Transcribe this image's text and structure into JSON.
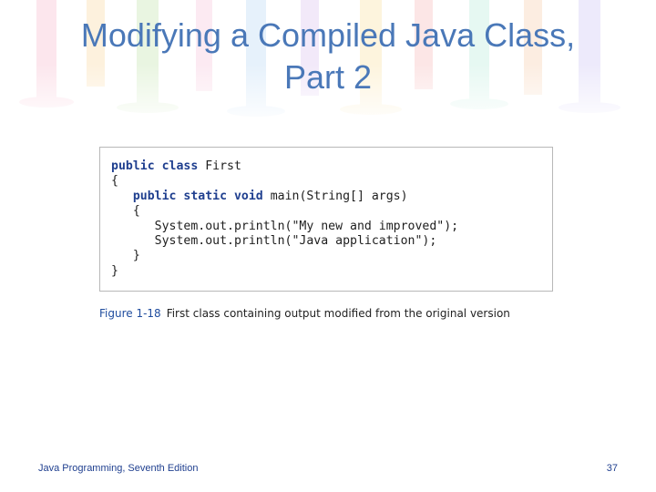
{
  "slide": {
    "title_line1": "Modifying a Compiled Java Class,",
    "title_line2": "Part 2"
  },
  "code": {
    "lines": [
      [
        {
          "t": "public class",
          "k": true
        },
        {
          "t": " First",
          "k": false
        }
      ],
      [
        {
          "t": "{",
          "k": false
        }
      ],
      [
        {
          "t": "   ",
          "k": false
        },
        {
          "t": "public static void",
          "k": true
        },
        {
          "t": " main(String[] args)",
          "k": false
        }
      ],
      [
        {
          "t": "   {",
          "k": false
        }
      ],
      [
        {
          "t": "      System.out.println(\"My new and improved\");",
          "k": false
        }
      ],
      [
        {
          "t": "      System.out.println(\"Java application\");",
          "k": false
        }
      ],
      [
        {
          "t": "   }",
          "k": false
        }
      ],
      [
        {
          "t": "}",
          "k": false
        }
      ]
    ]
  },
  "caption": {
    "figure_label": "Figure 1-18",
    "text": "First class containing output modified from the original version"
  },
  "footer": {
    "book": "Java Programming, Seventh Edition",
    "page_number": "37"
  },
  "colors": {
    "title": "#4a78b8",
    "keyword": "#1f3f8f",
    "footer": "#1f3f8f"
  }
}
